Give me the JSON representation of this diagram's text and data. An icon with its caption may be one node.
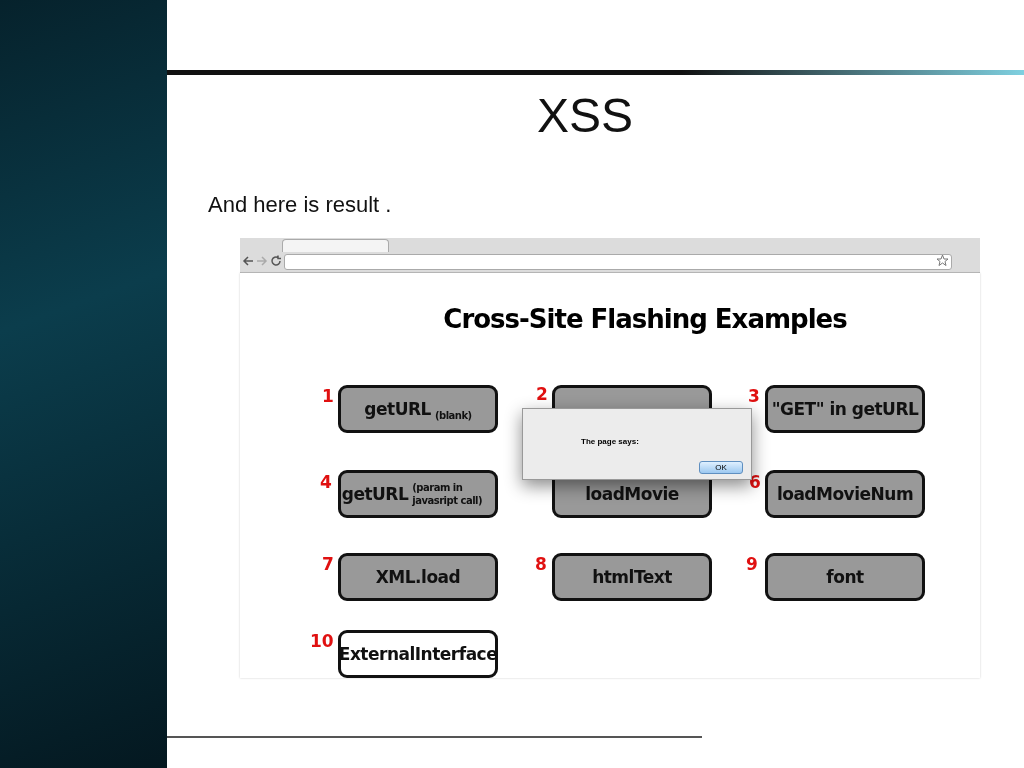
{
  "diagram": {
    "title": "XSS",
    "nodes": [
      {
        "text": [
          "getURL",
          "(blank)"
        ]
      },
      {
        "text": [],
        "shape": "box"
      },
      {
        "text": [
          "\"GET\" in getURL"
        ]
      },
      {
        "text": [
          "getURL",
          "(param in javasript call)"
        ]
      },
      {
        "text": [
          "loadMovie"
        ]
      },
      {
        "text": [
          "loadMovieNum"
        ]
      },
      {
        "text": [
          "XML.load"
        ]
      },
      {
        "text": [
          "htmlText"
        ]
      },
      {
        "text": [
          "font"
        ]
      },
      {
        "text": [
          "ExternalInterface"
        ]
      },
      {
        "text": [
          "The page says:"
        ]
      },
      {
        "text": [
          "OK"
        ],
        "in": 10
      }
    ],
    "edges": [],
    "labels": [
      "And here is result .",
      "Cross-Site Flashing Examples",
      "1",
      "2",
      "3",
      "4",
      "6",
      "7",
      "8",
      "9",
      "10"
    ]
  }
}
